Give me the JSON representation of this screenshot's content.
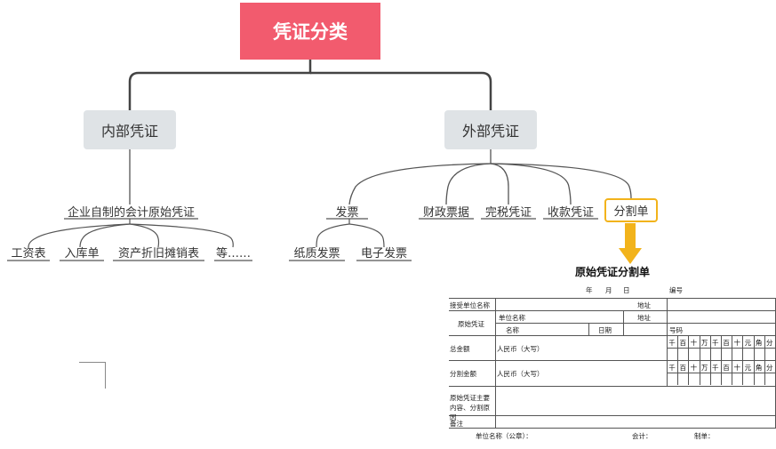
{
  "root": {
    "label": "凭证分类"
  },
  "internal": {
    "label": "内部凭证",
    "child": {
      "label": "企业自制的会计原始凭证"
    },
    "leaves": [
      "工资表",
      "入库单",
      "资产折旧摊销表",
      "等……"
    ]
  },
  "external": {
    "label": "外部凭证",
    "children": [
      "发票",
      "财政票据",
      "完税凭证",
      "收款凭证",
      "分割单"
    ],
    "invoice_leaves": [
      "纸质发票",
      "电子发票"
    ]
  },
  "form": {
    "title": "原始凭证分割单",
    "date_row": [
      "年",
      "月",
      "日"
    ],
    "number_label": "编号",
    "receiver_label": "接受单位名称",
    "address_label": "地址",
    "original_label": "原始凭证",
    "unit_name_label": "单位名称",
    "address2_label": "地址",
    "name_label": "名称",
    "date_label": "日期",
    "code_label": "号码",
    "total_label": "总金额",
    "rmb_label": "人民币（大写）",
    "digits": [
      "千",
      "百",
      "十",
      "万",
      "千",
      "百",
      "十",
      "元",
      "角",
      "分"
    ],
    "split_label": "分割金额",
    "rmb_label2": "人民币（大写）",
    "content_label": "原始凭证主要内容、分割原因",
    "remark_label": "备注",
    "footer_unit": "单位名称（公章）：",
    "footer_accountant": "会计：",
    "footer_maker": "制单："
  }
}
